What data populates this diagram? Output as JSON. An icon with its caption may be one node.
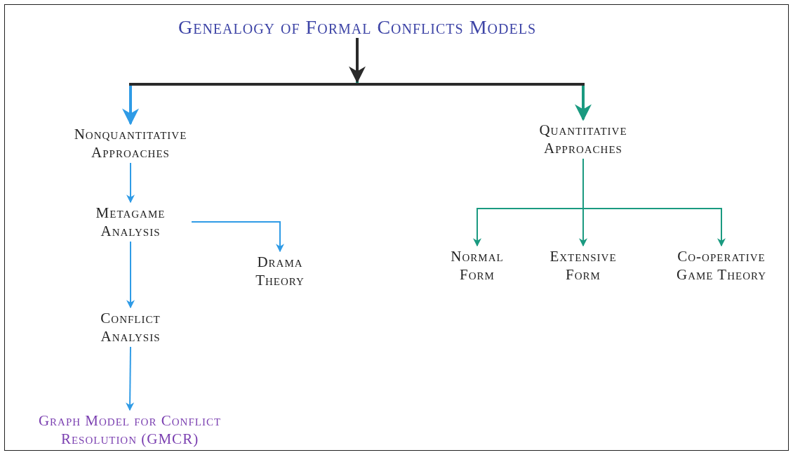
{
  "diagram": {
    "nodes": [
      {
        "text": [
          "Genealogy of Formal Conflicts Models"
        ]
      },
      {
        "text": [
          "Nonquantitative Approaches"
        ]
      },
      {
        "text": [
          "Quantitative Approaches"
        ]
      },
      {
        "text": [
          "Metagame Analysis"
        ]
      },
      {
        "text": [
          "Drama Theory"
        ]
      },
      {
        "text": [
          "Conflict Analysis"
        ]
      },
      {
        "text": [
          "Graph Model for Conflict Resolution (GMCR)"
        ]
      },
      {
        "text": [
          "Normal Form"
        ]
      },
      {
        "text": [
          "Extensive Form"
        ]
      },
      {
        "text": [
          "Co-operative Game Theory"
        ]
      }
    ],
    "edges": [
      {
        "from": 0,
        "to": 1,
        "arrow": "to",
        "style": "thick"
      },
      {
        "from": 0,
        "to": 2,
        "arrow": "to",
        "style": "thick",
        "color": "#1a9a80"
      },
      {
        "from": 1,
        "to": 3,
        "arrow": "to"
      },
      {
        "from": 3,
        "to": 4,
        "arrow": "to"
      },
      {
        "from": 3,
        "to": 5,
        "arrow": "to"
      },
      {
        "from": 5,
        "to": 6,
        "arrow": "to"
      },
      {
        "from": 2,
        "to": 7,
        "arrow": "to",
        "color": "#1a9a80"
      },
      {
        "from": 2,
        "to": 8,
        "arrow": "to",
        "color": "#1a9a80"
      },
      {
        "from": 2,
        "to": 9,
        "arrow": "to",
        "color": "#1a9a80"
      }
    ]
  }
}
